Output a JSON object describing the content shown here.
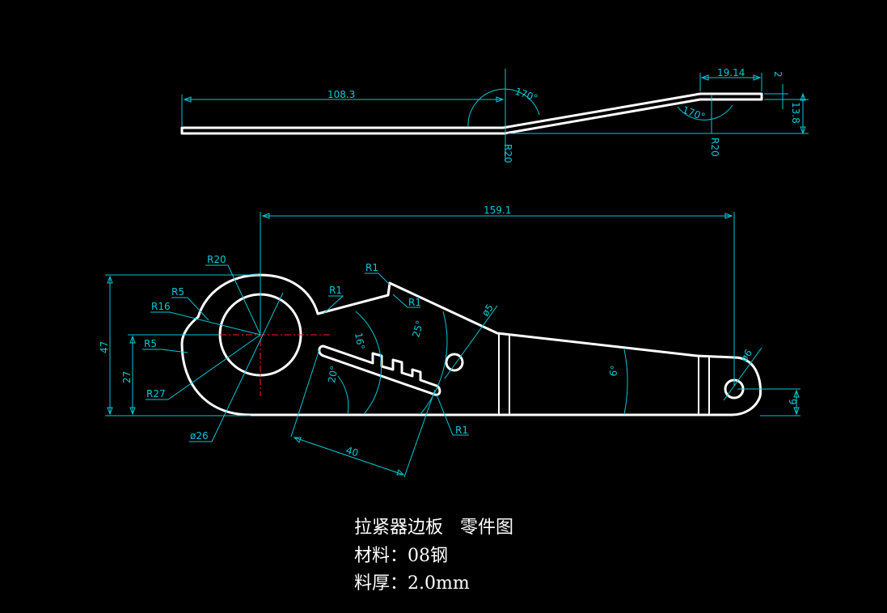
{
  "colors": {
    "background": "#000000",
    "part": "#ffffff",
    "dimension": "#00c8d4",
    "centerline": "#ff2020"
  },
  "side_view": {
    "dims": {
      "len_108": "108.3",
      "ang_170_a": "170°",
      "r20_a": "R20",
      "len_19": "19.14",
      "thick_2": "2",
      "height_13": "13.8",
      "ang_170_b": "170°",
      "r20_b": "R20"
    }
  },
  "plan_view": {
    "dims": {
      "len_159": "159.1",
      "r20": "R20",
      "r5_a": "R5",
      "r16": "R16",
      "r5_b": "R5",
      "r27": "R27",
      "dia26": "ø26",
      "h47": "47",
      "h27": "27",
      "r1_a": "R1",
      "r1_b": "R1",
      "r1_c": "R1",
      "r1_d": "R1",
      "ang16": "16°",
      "ang20": "20°",
      "ang25": "25°",
      "dia5": "ø5",
      "ang6": "6°",
      "dia6": "ø6",
      "h9": "9",
      "len40": "40"
    }
  },
  "title_block": {
    "line1": "拉紧器边板   零件图",
    "line2": "材料：08钢",
    "line3": "料厚：2.0mm"
  }
}
